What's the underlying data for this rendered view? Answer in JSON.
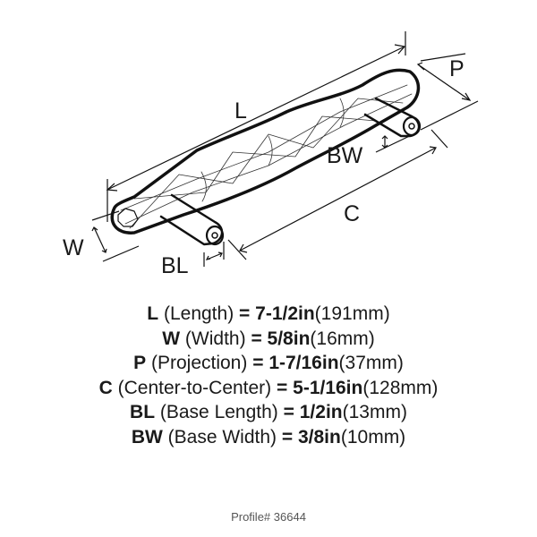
{
  "diagram": {
    "labels": {
      "L": "L",
      "W": "W",
      "P": "P",
      "C": "C",
      "BL": "BL",
      "BW": "BW"
    }
  },
  "specs": [
    {
      "code": "L",
      "name": "(Length)",
      "eq": "=",
      "imperial": "7-1/2in",
      "metric": "(191mm)"
    },
    {
      "code": "W",
      "name": "(Width)",
      "eq": "=",
      "imperial": "5/8in",
      "metric": "(16mm)"
    },
    {
      "code": "P",
      "name": "(Projection)",
      "eq": "=",
      "imperial": "1-7/16in",
      "metric": "(37mm)"
    },
    {
      "code": "C",
      "name": "(Center-to-Center)",
      "eq": "=",
      "imperial": "5-1/16in",
      "metric": "(128mm)"
    },
    {
      "code": "BL",
      "name": "(Base Length)",
      "eq": "=",
      "imperial": "1/2in",
      "metric": "(13mm)"
    },
    {
      "code": "BW",
      "name": "(Base Width)",
      "eq": "=",
      "imperial": "3/8in",
      "metric": "(10mm)"
    }
  ],
  "profile": "Profile# 36644"
}
